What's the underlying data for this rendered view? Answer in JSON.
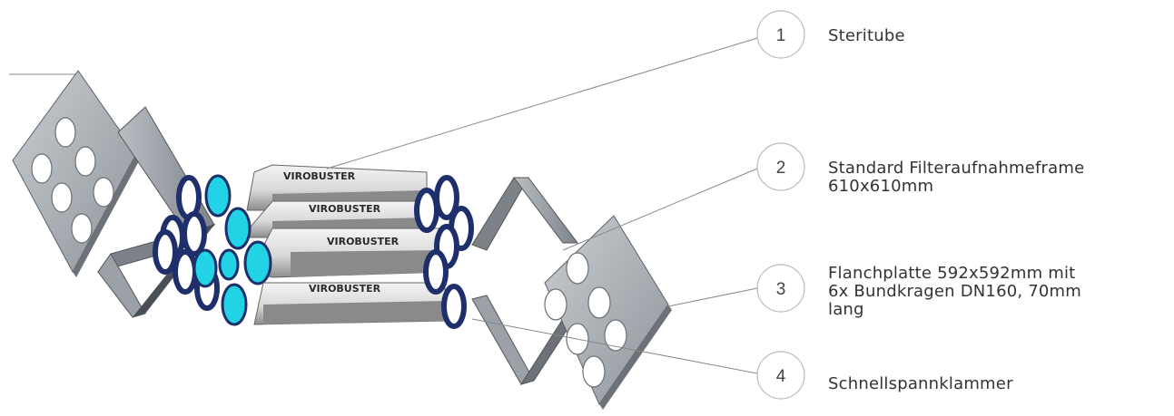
{
  "brand_label": "VIROBUSTER",
  "callouts": [
    {
      "number": "1",
      "lines": [
        "Steritube"
      ]
    },
    {
      "number": "2",
      "lines": [
        "Standard Filteraufnahmeframe",
        "610x610mm"
      ]
    },
    {
      "number": "3",
      "lines": [
        "Flanchplatte 592x592mm mit",
        "6x Bundkragen DN160, 70mm",
        "lang"
      ]
    },
    {
      "number": "4",
      "lines": [
        "Schnellspannklammer"
      ]
    }
  ],
  "colors": {
    "tube_face": "#22d3e6",
    "ring": "#1f2f6b",
    "frame": "#9aa0a6",
    "line": "#888888"
  }
}
